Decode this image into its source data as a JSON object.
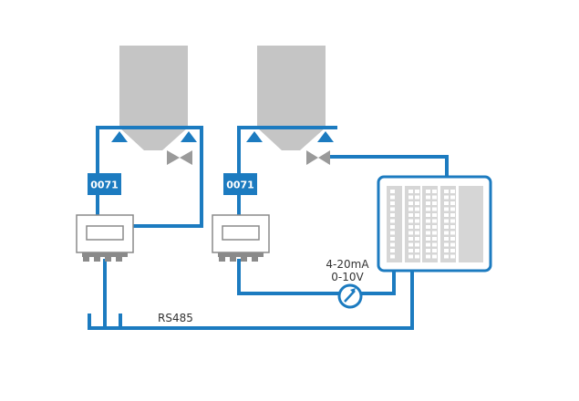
{
  "left_unit": {
    "display_code": "0071"
  },
  "right_unit": {
    "display_code": "0071"
  },
  "signal": {
    "line1": "4-20mA",
    "line2": "0-10V"
  },
  "bus": {
    "label": "RS485"
  },
  "colors": {
    "line": "#1c7bc0",
    "silo": "#c5c5c5",
    "valve": "#9a9a9a",
    "housing_stroke": "#8a8a8a",
    "housing_fill": "#ffffff",
    "badge": "#1c7bc0",
    "module_fill": "#d6d6d6",
    "led": "#ffffff"
  }
}
